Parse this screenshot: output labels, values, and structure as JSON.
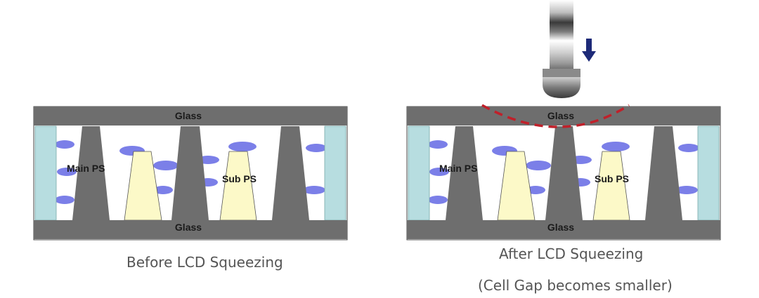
{
  "panels": {
    "before": {
      "glass_top": "Glass",
      "glass_bottom": "Glass",
      "main_ps": "Main PS",
      "sub_ps": "Sub PS",
      "caption": "Before LCD Squeezing"
    },
    "after": {
      "glass_top": "Glass",
      "glass_bottom": "Glass",
      "main_ps": "Main PS",
      "sub_ps": "Sub PS",
      "caption": "After LCD Squeezing",
      "caption_note": "(Cell Gap becomes smaller)"
    }
  },
  "colors": {
    "glass": "#6e6e6e",
    "main_spacer": "#6e6e6e",
    "sub_spacer": "#fcf9c8",
    "sealant": "#b7dde0",
    "liquid_crystal": "#7b7fe8",
    "deflection_line": "#c0202a",
    "arrow": "#1d2a78"
  },
  "icons": {
    "press_tool": "press-head-icon",
    "press_direction": "down-arrow-icon"
  }
}
